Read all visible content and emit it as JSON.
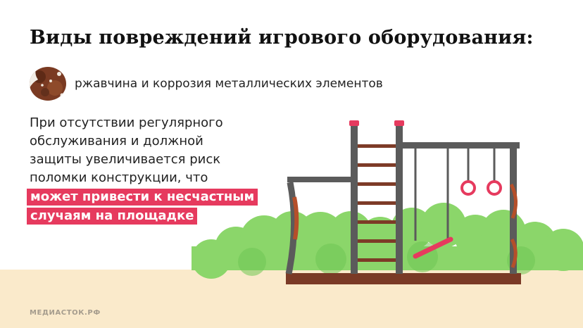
{
  "title": "Виды повреждений игрового оборудования:",
  "damage_type": {
    "icon": "rust-texture-icon",
    "label": "ржавчина и коррозия металлических элементов"
  },
  "body": {
    "lines": [
      "При отсутствии регулярного",
      "обслуживания и должной",
      "защиты увеличивается риск",
      "поломки конструкции, что"
    ],
    "highlight_lines": [
      "может привести к несчастным",
      "случаям на площадке"
    ]
  },
  "brand": "МЕДИАСТОК.РФ",
  "colors": {
    "accent": "#e63a5e",
    "frame": "#5b5b5b",
    "rung": "#7d3b27",
    "rust": "#b54f2a",
    "grass": "#8bd66a",
    "sand": "#faeacb",
    "base": "#7a3a26"
  }
}
